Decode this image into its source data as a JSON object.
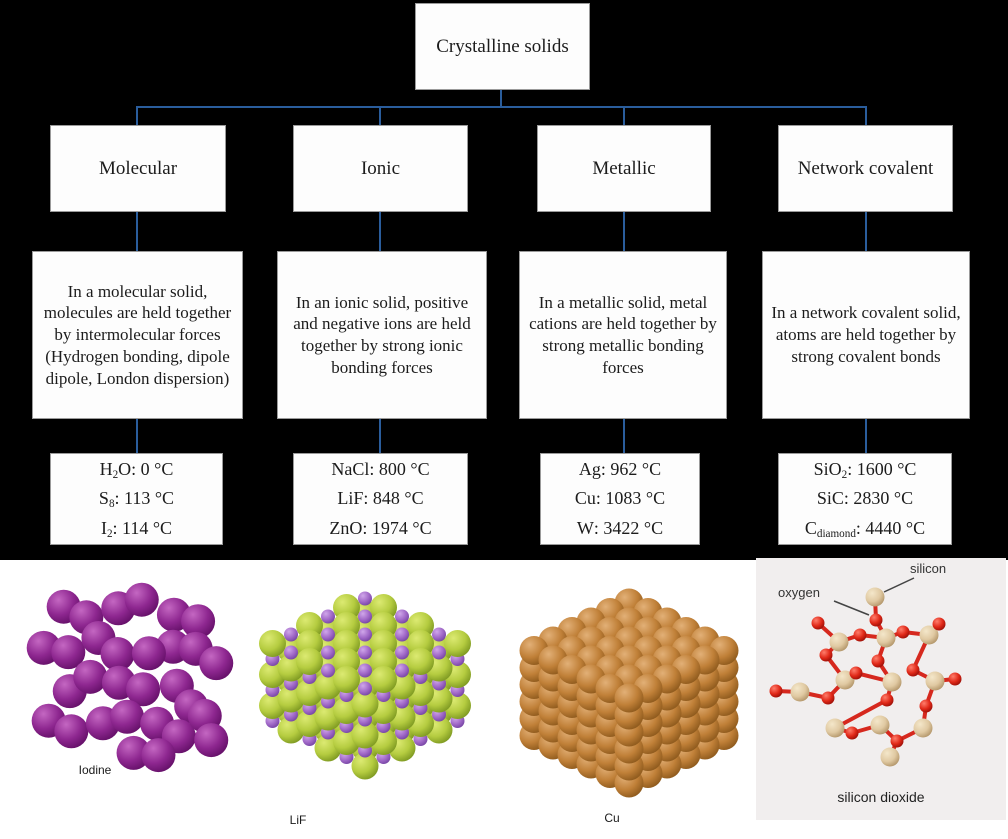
{
  "title": "Crystalline solids",
  "colors": {
    "connector": "#2a5d9c",
    "background_top": "#000000",
    "iodine_purple": "#8e2790",
    "fluoride_green": "#b5cc40",
    "lithium_purple": "#a169c8",
    "copper": "#c08038",
    "silicon_tan": "#e0c9a2",
    "oxygen_red": "#e02818"
  },
  "branches": [
    {
      "label": "Molecular",
      "description": "In a molecular solid, molecules are held together by intermolecular forces (Hydrogen bonding, dipole dipole, London dispersion)",
      "melting_points": [
        {
          "base": "H",
          "sub": "2",
          "rest": "O: 0 °C"
        },
        {
          "base": "S",
          "sub": "8",
          "rest": ": 113 °C"
        },
        {
          "base": "I",
          "sub": "2",
          "rest": ": 114 °C"
        }
      ],
      "image_label": "Iodine"
    },
    {
      "label": "Ionic",
      "description": "In an ionic solid, positive and negative ions are held together by strong ionic bonding forces",
      "melting_points": [
        {
          "base": "NaCl",
          "sub": "",
          "rest": ": 800 °C"
        },
        {
          "base": "LiF",
          "sub": "",
          "rest": ": 848 °C"
        },
        {
          "base": "ZnO",
          "sub": "",
          "rest": ": 1974 °C"
        }
      ],
      "image_label": "LiF"
    },
    {
      "label": "Metallic",
      "description": "In a metallic solid, metal cations are held together by strong metallic bonding forces",
      "melting_points": [
        {
          "base": "Ag",
          "sub": "",
          "rest": ": 962 °C"
        },
        {
          "base": "Cu",
          "sub": "",
          "rest": ": 1083 °C"
        },
        {
          "base": "W",
          "sub": "",
          "rest": ": 3422 °C"
        }
      ],
      "image_label": "Cu"
    },
    {
      "label": "Network covalent",
      "description": "In a network covalent solid, atoms are held together by strong covalent bonds",
      "melting_points": [
        {
          "base": "SiO",
          "sub": "2",
          "rest": ": 1600 °C"
        },
        {
          "base": "SiC",
          "sub": "",
          "rest": ": 2830 °C"
        },
        {
          "base": "C",
          "sub": "diamond",
          "rest": ": 4440 °C"
        }
      ],
      "image_label": "silicon dioxide",
      "annotations": {
        "oxygen": "oxygen",
        "silicon": "silicon"
      }
    }
  ]
}
